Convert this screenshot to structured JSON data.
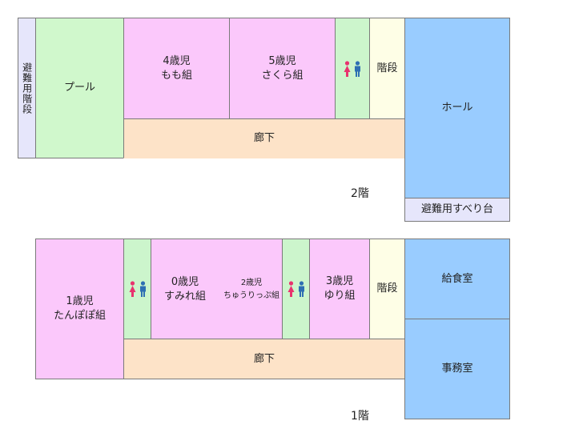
{
  "colors": {
    "room_pink": "#fbc8fb",
    "toilet_green": "#ccf5cc",
    "stairs_yellow": "#fefee6",
    "corridor_peach": "#fde3c8",
    "hall_blue": "#99ccff",
    "evac_lavender": "#e6e6fb",
    "pool_green": "#d0f8cc",
    "woman_icon": "#e8336e",
    "man_icon": "#2e6fb3"
  },
  "floor2": {
    "floor_label": "2階",
    "evac_stairs": "避難用階段",
    "pool": "プール",
    "room_momo": "4歳児\nもも組",
    "room_sakura": "5歳児\nさくら組",
    "stairs": "階段",
    "corridor": "廊下",
    "hall": "ホール",
    "evac_slide": "避難用すべり台",
    "toilet_icons": [
      "woman-icon",
      "man-icon"
    ]
  },
  "floor1": {
    "floor_label": "1階",
    "room_tanpopo": "1歳児\nたんぽぽ組",
    "room_sumire": "0歳児\nすみれ組",
    "room_chulip": "2歳児\nちゅうりっぷ組",
    "room_yuri": "3歳児\nゆり組",
    "stairs": "階段",
    "corridor": "廊下",
    "kitchen": "給食室",
    "office": "事務室",
    "toilet_icons": [
      "woman-icon",
      "man-icon"
    ]
  }
}
